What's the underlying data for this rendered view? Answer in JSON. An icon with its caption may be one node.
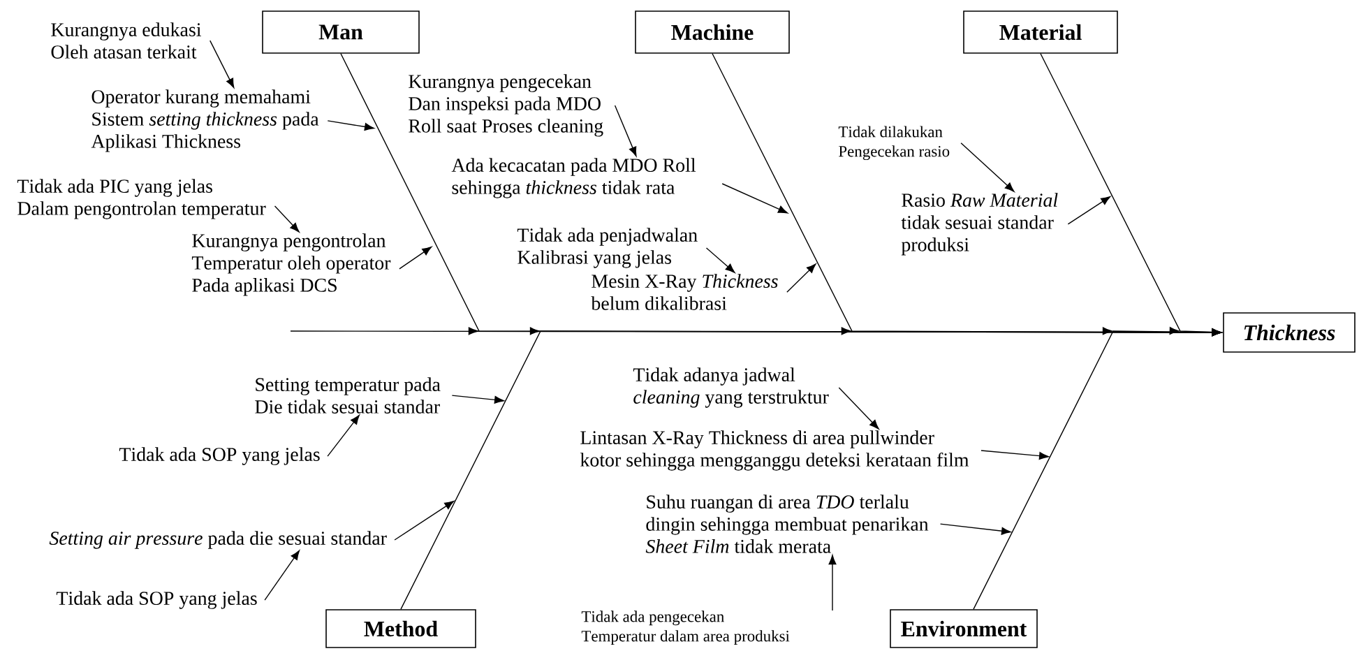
{
  "diagram": {
    "nodes": [
      {
        "text": [
          "Man"
        ]
      },
      {
        "text": [
          "Machine"
        ]
      },
      {
        "text": [
          "Material"
        ]
      },
      {
        "text": [
          "Thickness"
        ]
      },
      {
        "text": [
          "Method"
        ]
      },
      {
        "text": [
          "Environment"
        ]
      },
      {
        "text": [
          "Kurangnya edukasi Oleh atasan terkait"
        ]
      },
      {
        "text": [
          "Operator kurang memahami Sistem *setting thickness* pada Aplikasi Thickness"
        ]
      },
      {
        "text": [
          "Tidak ada PIC yang jelas Dalam pengontrolan temperatur"
        ]
      },
      {
        "text": [
          "Kurangnya pengontrolan Temperatur oleh operator Pada aplikasi DCS"
        ]
      },
      {
        "text": [
          "Kurangnya pengecekan Dan inspeksi pada MDO Roll saat Proses cleaning"
        ]
      },
      {
        "text": [
          "Ada kecacatan pada MDO Roll sehingga *thickness* tidak rata"
        ]
      },
      {
        "text": [
          "Tidak ada penjadwalan Kalibrasi yang jelas"
        ]
      },
      {
        "text": [
          "Mesin X-Ray *Thickness* belum dikalibrasi"
        ]
      },
      {
        "text": [
          "Tidak dilakukan Pengecekan rasio"
        ]
      },
      {
        "text": [
          "Rasio *Raw Material* tidak sesuai standar produksi"
        ]
      },
      {
        "text": [
          "Setting temperatur pada Die tidak sesuai standar"
        ]
      },
      {
        "text": [
          "Tidak ada SOP yang jelas"
        ]
      },
      {
        "text": [
          "*Setting air pressure* pada die sesuai standar"
        ]
      },
      {
        "text": [
          "Tidak ada SOP yang jelas"
        ]
      },
      {
        "text": [
          "Tidak adanya jadwal *cleaning* yang terstruktur"
        ]
      },
      {
        "text": [
          "Lintasan X-Ray Thickness di area pullwinder kotor sehingga mengganggu deteksi kerataan film"
        ]
      },
      {
        "text": [
          "Suhu ruangan di area *TDO* terlalu dingin sehingga membuat penarikan *Sheet Film* tidak merata"
        ]
      },
      {
        "text": [
          "Tidak ada pengecekan Temperatur dalam area produksi"
        ]
      }
    ],
    "edges": [
      {
        "from": null,
        "to": 3,
        "arrow": "to"
      },
      {
        "from": 0,
        "to": 3,
        "arrow": "to"
      },
      {
        "from": 1,
        "to": 3,
        "arrow": "to"
      },
      {
        "from": 2,
        "to": 3,
        "arrow": "to"
      },
      {
        "from": 4,
        "to": 3,
        "arrow": "to"
      },
      {
        "from": 5,
        "to": 3,
        "arrow": "to"
      },
      {
        "from": 6,
        "to": 7,
        "arrow": "to"
      },
      {
        "from": 7,
        "to": null,
        "arrow": "to"
      },
      {
        "from": 8,
        "to": 9,
        "arrow": "to"
      },
      {
        "from": 9,
        "to": null,
        "arrow": "to"
      },
      {
        "from": 10,
        "to": 11,
        "arrow": "to"
      },
      {
        "from": 11,
        "to": null,
        "arrow": "to"
      },
      {
        "from": 12,
        "to": 13,
        "arrow": "to"
      },
      {
        "from": 13,
        "to": null,
        "arrow": "to"
      },
      {
        "from": 14,
        "to": 15,
        "arrow": "to"
      },
      {
        "from": 15,
        "to": null,
        "arrow": "to"
      },
      {
        "from": 16,
        "to": null,
        "arrow": "to"
      },
      {
        "from": 17,
        "to": 16,
        "arrow": "to"
      },
      {
        "from": 18,
        "to": null,
        "arrow": "to"
      },
      {
        "from": 19,
        "to": 18,
        "arrow": "to"
      },
      {
        "from": 20,
        "to": 21,
        "arrow": "to"
      },
      {
        "from": 21,
        "to": null,
        "arrow": "to"
      },
      {
        "from": 22,
        "to": null,
        "arrow": "to"
      },
      {
        "from": 23,
        "to": 22,
        "arrow": "to"
      }
    ]
  }
}
